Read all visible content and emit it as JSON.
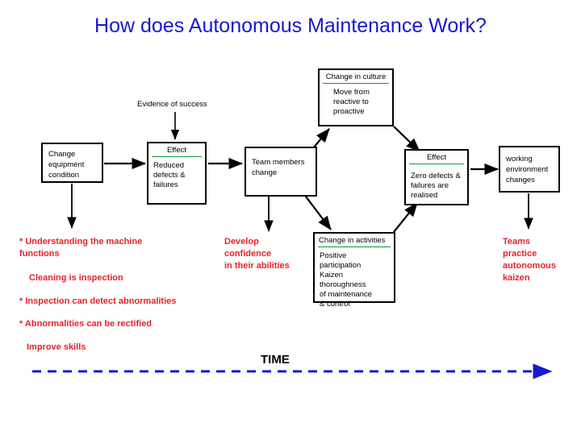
{
  "slide": {
    "title": "How does Autonomous Maintenance Work?",
    "title_color": "#1818d0",
    "background": "#ffffff"
  },
  "colors": {
    "title_blue": "#1818d0",
    "red_text": "#e8212a",
    "green_rule": "#0a9a36",
    "box_border": "#000000",
    "timeline_blue": "#1818d0"
  },
  "annotations": {
    "evidence_of_success": "Evidence of success",
    "time_label": "TIME"
  },
  "boxes": [
    {
      "id": "change-equipment-condition",
      "header": "",
      "body": "Change\nequipment\ncondition",
      "has_rule": false
    },
    {
      "id": "effect-reduced-defects",
      "header": "Effect",
      "body": "Reduced\ndefects &\nfailures",
      "has_rule": true
    },
    {
      "id": "team-members-change",
      "header": "",
      "body": "Team members\nchange",
      "has_rule": false
    },
    {
      "id": "change-in-culture",
      "header": "Change  in culture",
      "body": "Move from\nreactive to\nproactive",
      "has_rule": true
    },
    {
      "id": "change-in-activities",
      "header": "Change in activities",
      "body": "Positive participation\nKaizen thoroughness\nof maintenance\n& control",
      "has_rule": true
    },
    {
      "id": "effect-zero-defects",
      "header": "Effect",
      "body": "Zero defects &\nfailures are\nrealised",
      "has_rule": true
    },
    {
      "id": "working-environment-changes",
      "header": "",
      "body": "working\nenvironment\nchanges",
      "has_rule": false
    }
  ],
  "red_notes": {
    "left_block_line1": "* Understanding the  machine\nfunctions",
    "left_block_line2": "Cleaning is inspection",
    "left_block_line3": "* Inspection can detect  abnormalities",
    "left_block_line4": "* Abnormalities can be rectified",
    "left_block_line5": "Improve skills",
    "center_block": "Develop\nconfidence\nin their abilities",
    "right_block": "Teams\npractice\nautonomous\nkaizen"
  }
}
